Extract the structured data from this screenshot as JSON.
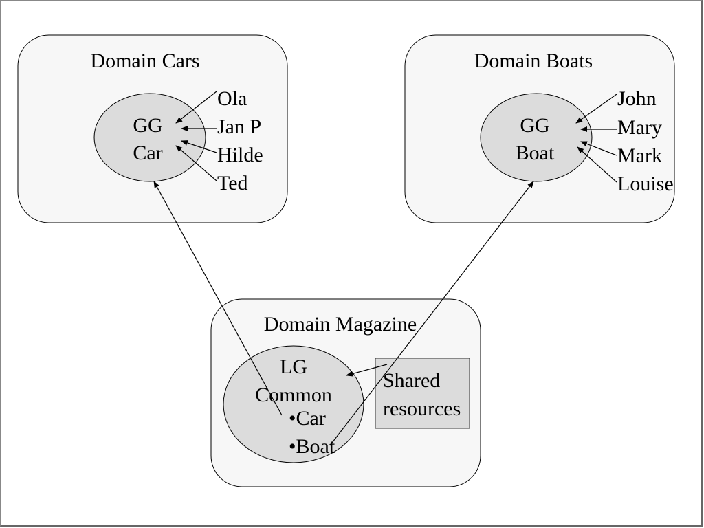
{
  "domains": {
    "cars": {
      "title": "Domain Cars",
      "group_line1": "GG",
      "group_line2": "Car",
      "members": [
        "Ola",
        "Jan P",
        "Hilde",
        "Ted"
      ]
    },
    "boats": {
      "title": "Domain Boats",
      "group_line1": "GG",
      "group_line2": "Boat",
      "members": [
        "John",
        "Mary",
        "Mark",
        "Louise"
      ]
    },
    "magazine": {
      "title": "Domain Magazine",
      "group_line1": "LG",
      "group_line2": "Common",
      "items": [
        "•Car",
        "•Boat"
      ],
      "shared_line1": "Shared",
      "shared_line2": "resources"
    }
  },
  "colors": {
    "domain_fill": "#f7f7f7",
    "group_fill": "#dcdcdc",
    "stroke": "#000000"
  }
}
